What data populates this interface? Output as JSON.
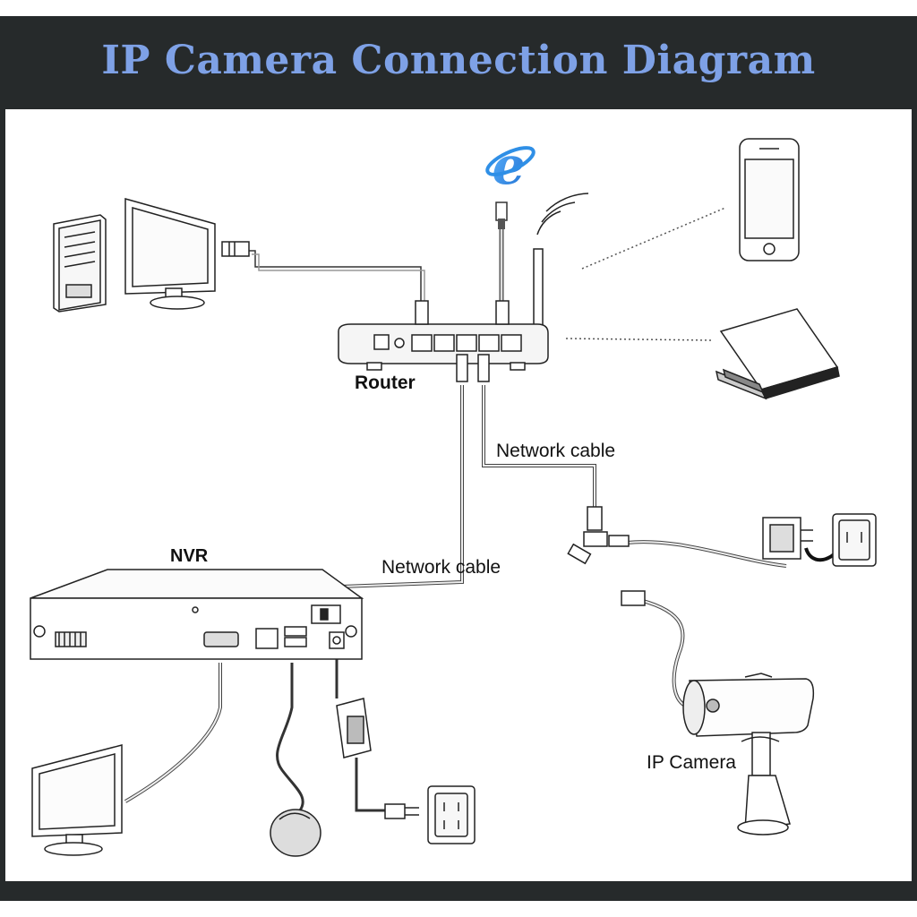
{
  "title": "IP Camera Connection Diagram",
  "labels": {
    "router": "Router",
    "nvr": "NVR",
    "network_cable_upper": "Network cable",
    "network_cable_lower": "Network cable",
    "ip_camera": "IP Camera"
  },
  "colors": {
    "header_bg": "#262a2b",
    "title": "#7ea1e6",
    "ie_icon": "#2f8fe6"
  }
}
